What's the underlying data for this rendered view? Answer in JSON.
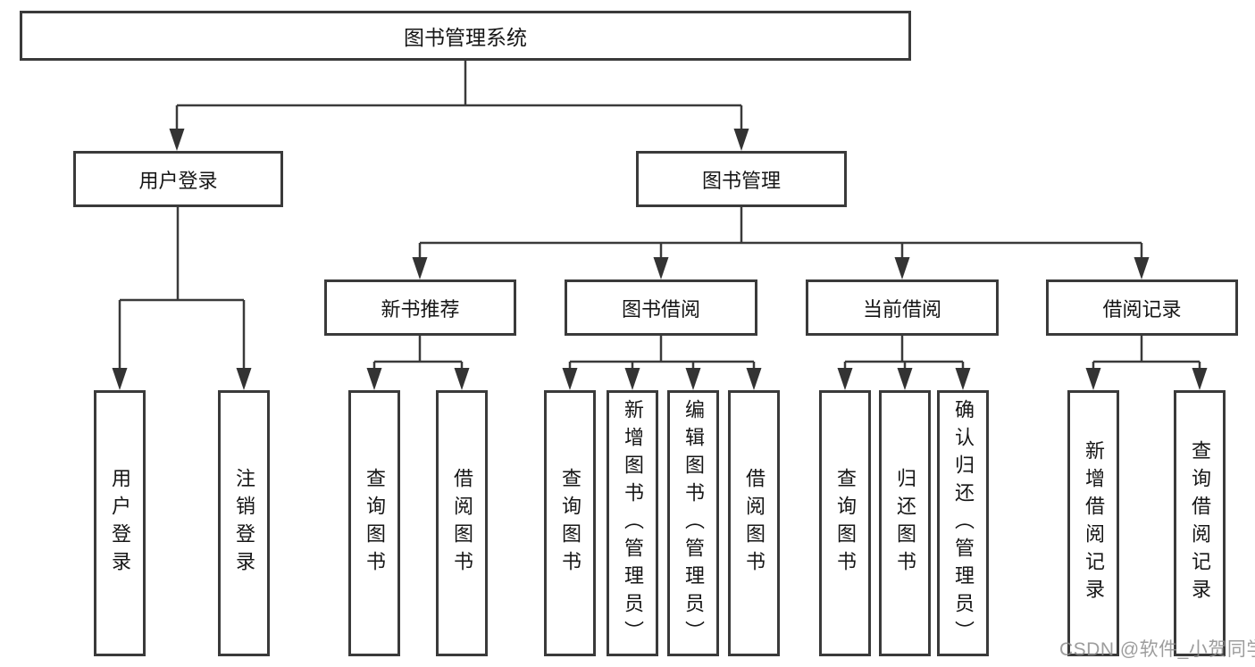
{
  "colors": {
    "line": "#3a3a3a",
    "box_border": "#3a3a3a",
    "text": "#161616",
    "background": "#ffffff",
    "watermark": "#8c8c8c"
  },
  "diagram": {
    "root": "图书管理系统",
    "level2": [
      "用户登录",
      "图书管理"
    ],
    "level3": [
      "新书推荐",
      "图书借阅",
      "当前借阅",
      "借阅记录"
    ],
    "leaf_groups": [
      {
        "parent": "用户登录",
        "items": [
          "用户登录",
          "注销登录"
        ]
      },
      {
        "parent": "新书推荐",
        "items": [
          "查询图书",
          "借阅图书"
        ]
      },
      {
        "parent": "图书借阅",
        "items": [
          "查询图书",
          "新增图书（管理员）",
          "编辑图书（管理员）",
          "借阅图书"
        ]
      },
      {
        "parent": "当前借阅",
        "items": [
          "查询图书",
          "归还图书",
          "确认归还（管理员）"
        ]
      },
      {
        "parent": "借阅记录",
        "items": [
          "新增借阅记录",
          "查询借阅记录"
        ]
      }
    ]
  },
  "watermark": "CSDN @软件_小贺同学"
}
